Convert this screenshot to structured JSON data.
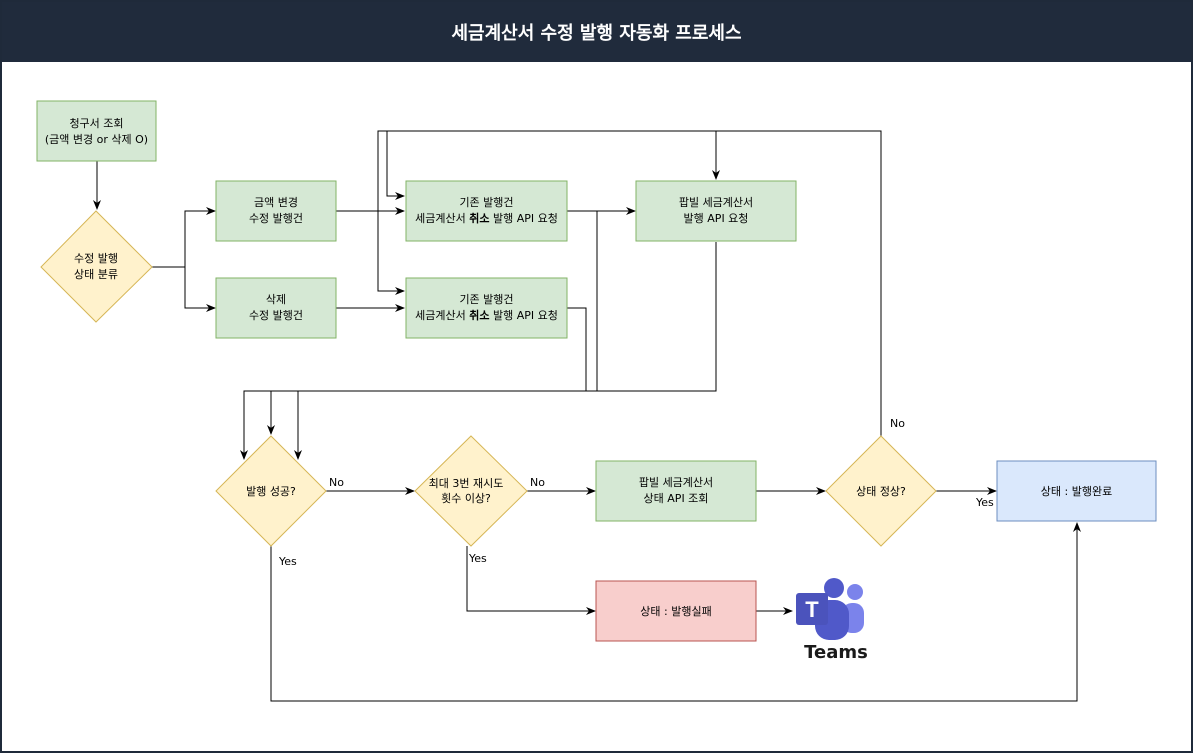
{
  "title": "세금계산서 수정 발행 자동화 프로세스",
  "colors": {
    "green_fill": "#d5e8d4",
    "green_stroke": "#82b366",
    "yellow_fill": "#fff2cc",
    "yellow_stroke": "#d6b656",
    "red_fill": "#f8cecc",
    "red_stroke": "#b85450",
    "blue_fill": "#dae8fc",
    "blue_stroke": "#6c8ebf",
    "title_bar": "#202b3c",
    "teams_purple": "#5059c9"
  },
  "nodes": {
    "invoice_lookup": {
      "lines": [
        "청구서 조회",
        "(금액 변경 or 삭제 O)"
      ]
    },
    "classify": {
      "lines": [
        "수정 발행",
        "상태 분류"
      ]
    },
    "amount_change": {
      "lines": [
        "금액 변경",
        "수정 발행건"
      ]
    },
    "delete": {
      "lines": [
        "삭제",
        "수정 발행건"
      ]
    },
    "cancel_top": {
      "line1": "기존 발행건",
      "line2_pre": "세금계산서 ",
      "line2_bold": "취소",
      "line2_post": " 발행 API 요청"
    },
    "cancel_bottom": {
      "line1": "기존 발행건",
      "line2_pre": "세금계산서 ",
      "line2_bold": "취소",
      "line2_post": " 발행 API 요청"
    },
    "popbill_issue": {
      "lines": [
        "팝빌 세금계산서",
        "발행 API 요청"
      ]
    },
    "issue_success": {
      "lines": [
        "발행 성공?"
      ]
    },
    "retry_check": {
      "lines": [
        "최대 3번 재시도",
        "횟수 이상?"
      ]
    },
    "popbill_status": {
      "lines": [
        "팝빌 세금계산서",
        "상태 API 조회"
      ]
    },
    "status_ok": {
      "lines": [
        "상태 정상?"
      ]
    },
    "issued_done": {
      "lines": [
        "상태 : 발행완료"
      ]
    },
    "issue_failed": {
      "lines": [
        "상태 : 발행실패"
      ]
    }
  },
  "edge_labels": {
    "success_no": "No",
    "success_yes": "Yes",
    "retry_no": "No",
    "retry_yes": "Yes",
    "status_no": "No",
    "status_yes": "Yes"
  },
  "teams": {
    "letter": "T",
    "label": "Teams",
    "icon": "microsoft-teams-icon"
  }
}
